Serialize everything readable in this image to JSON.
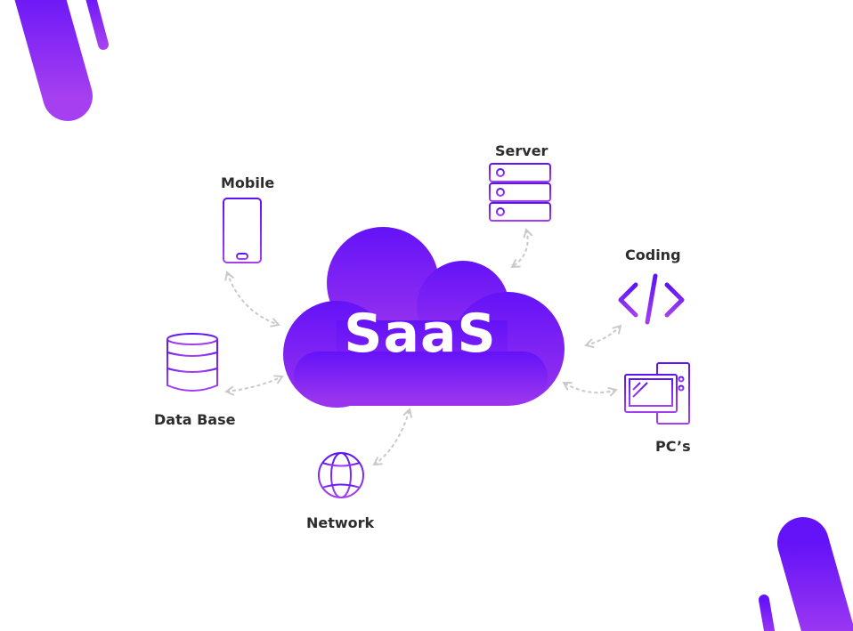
{
  "center": {
    "label": "SaaS"
  },
  "nodes": {
    "mobile": {
      "label": "Mobile",
      "icon": "mobile-phone-icon"
    },
    "server": {
      "label": "Server",
      "icon": "server-rack-icon"
    },
    "coding": {
      "label": "Coding",
      "icon": "code-brackets-icon"
    },
    "pcs": {
      "label": "PC’s",
      "icon": "desktop-computer-icon"
    },
    "network": {
      "label": "Network",
      "icon": "globe-icon"
    },
    "database": {
      "label": "Data Base",
      "icon": "database-icon"
    }
  },
  "colors": {
    "accent_start": "#6a1bfa",
    "accent_end": "#9b3ff0",
    "connector": "#c9c9c9",
    "label_text": "#2d2d2d"
  }
}
